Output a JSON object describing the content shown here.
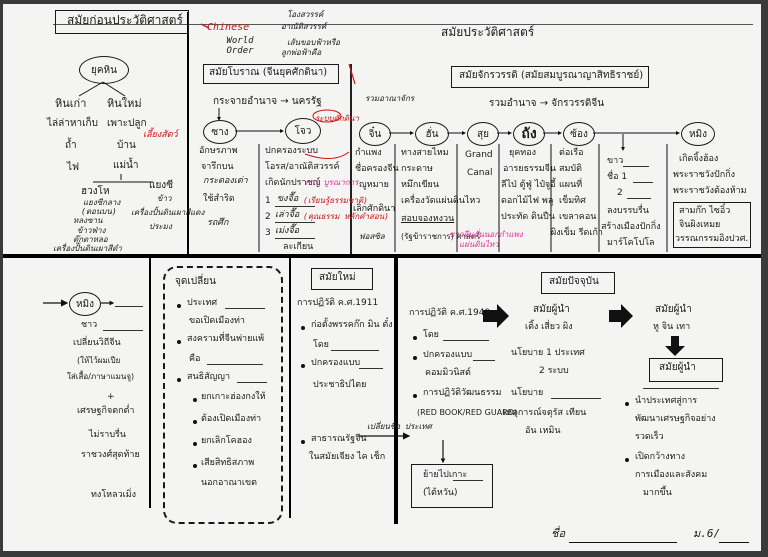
{
  "header": {
    "prehistoric": "สมัยก่อนประวัติศาสตร์",
    "historic": "สมัยประวัติศาสตร์",
    "chinese_note": "Chinese",
    "world_order_note": "World Order",
    "script_note_1": "โองสวรรค์",
    "script_note_2": "อาณัติสวรรค์",
    "script_note_3": "เส้นขอบฟ้าหรือ",
    "script_note_4": "ลูกพ่อฟ้าคือ"
  },
  "prehistory": {
    "stone_age": "ยุคหิน",
    "old_stone": "หินเก่า",
    "new_stone": "หินใหม่",
    "old_items": [
      "ไล่ล่าหาเก็บ",
      "ถ้ำ",
      "ไฟ"
    ],
    "new_items": [
      "เพาะปลูก",
      "บ้าน",
      "แม่น้ำ"
    ],
    "new_note": "เลี้ยงสัตว์",
    "huangho": "ฮวงโห",
    "yangtze": "แยงซี",
    "hw_left": [
      "แยงซีกลาง",
      "(ตอนบน)",
      "หลงซาน",
      "ข้าวฟ่าง",
      "ตุ๊กตาหลอ",
      "เครื่องปั้นดินเผาสีดำ"
    ],
    "hw_right": [
      "ข้าว",
      "เครื่องปั้นดินเผาสีแดง",
      "ประมง"
    ]
  },
  "ancient": {
    "title": "สมัยโบราณ (จีนยุคศักดินา)",
    "power": "กระจายอำนาจ → นครรัฐ",
    "shang": "ซาง",
    "zhou": "โจว",
    "shang_items": [
      "อักษรภาพ",
      "จารึกบน",
      "กระดองเต่า",
      "ใช้สำริด",
      "รถศึก"
    ],
    "zhou_items": [
      "ปกครองระบบ",
      "โอรส/อาณัติสวรรค์",
      "เกิดนักปราชญ์"
    ],
    "sages": [
      "ขงจื๊อ",
      "เล่าจื๊อ",
      "เม่งจื๊อ"
    ],
    "sage_nums": [
      "1",
      "2",
      "3"
    ],
    "sage_end": "ละเกียน",
    "notes": [
      "ระบบศักดินา",
      "(เรียนรู้ธรรมชาติ)",
      "(คุณธรรม หลักคำสอน)",
      "การ บูรณาการ"
    ],
    "qin_side": [
      "กำแพง",
      "ชื่อครองจีน",
      "ญูหมาย",
      "เลิกศักดินา",
      "ฟอสซิล"
    ]
  },
  "imperial": {
    "title": "สมัยจักรวรรดิ (สมัยสมบูรณาญาสิทธิราชย์)",
    "power": "รวมอำนาจ → จักรวรรดิจีน",
    "pre_note": "รวมอาณาจักร",
    "dynasties": [
      "จิ๋น",
      "ฮั่น",
      "สุย",
      "ถัง",
      "ซ้อง",
      "หมิง"
    ],
    "han_items": [
      "ทางสายไหม",
      "กระดาษ",
      "หมึกเขียน",
      "เครื่องวัดแผ่นดินไหว",
      "สอบจองหงวน",
      "(รัฐข้าราชการ) ศาสตร์"
    ],
    "sui_items": [
      "Grand",
      "Canal"
    ],
    "tang_items": [
      "ยุคทอง",
      "อารยธรรมจีน",
      "ลีไป่ ตู้ฟู่ ไป๋จูอี้",
      "ดอกไม้ไฟ พลู",
      "ประทัด ดินปืน"
    ],
    "song_items": [
      "ต่อเรือ",
      "สมบัติ",
      "แผนที่",
      "เข็มทิศ",
      "เขลาคอน",
      "ผิงเข็ม รีดเก้า"
    ],
    "yuan_items": [
      "ขาว",
      "ชื่อ 1",
      "2",
      "ลงบรรบรื่น",
      "สร้างเมืองปักกิ่ง",
      "มาร์โคโปโล"
    ],
    "ming_items": [
      "เกิดจิ้งฮ้อง",
      "พระราชวังปักกิ่ง",
      "พระราชวังต้องห้าม"
    ],
    "ming_box": [
      "สามก๊ก ไซอิ๋ว",
      "จินผิงเหมย",
      "วรรณกรรมอิงปวศ."
    ],
    "note_han": "ชาวจีนฮั่นนอกกำแพง",
    "note_han2": "แผ่นดินไหว"
  },
  "qing": {
    "label": "หมิง",
    "items": [
      "ชาว",
      "เปลี่ยนวิถีจีน",
      "(ให้ไว้ผมเปีย",
      "ใส่เสื้อ/ภาษาแมนจู)",
      "+",
      "เศรษฐกิจตกต่ำ",
      "ไม่ราบรื่น",
      "ราชวงศ์สุดท้าย",
      "ทงโหลวเมิ่ง"
    ]
  },
  "turning": {
    "title": "จุดเปลี่ยน",
    "b1": "ประเทศ",
    "b1b": "ขอเปิดเมืองท่า",
    "b2": "สงครามที่จีนพ่ายแพ้",
    "b2b": "คือ",
    "b3": "สนธิสัญญา",
    "b3_items": [
      "ยกเกาะฮ่องกงให้",
      "ต้องเปิดเมืองท่า",
      "ยกเลิกโคฮอง",
      "เสียสิทธิสภาพ",
      "นอกอาณาเขต"
    ]
  },
  "modern": {
    "title": "สมัยใหม่",
    "rev": "การปฏิวัติ ค.ศ.1911",
    "items": [
      "ก่อตั้งพรรคก๊ก มิน ตั๋ง",
      "โดย",
      "ปกครองแบบ",
      "ประชาธิปไตย"
    ],
    "roc": "สาธารณรัฐจีน",
    "roc2": "ในสมัยเจียง ไค เช็ก",
    "note_change": "เปลี่ยนชื่อ ประเทศ",
    "taiwan": "ย้ายไปเกาะ",
    "taiwan2": "(ไต้หวัน)"
  },
  "present": {
    "title": "สมัยปัจจุบัน",
    "rev": "การปฏิวัติ ค.ศ.1949",
    "items": [
      "โดย",
      "ปกครองแบบ",
      "คอมมิวนิสต์",
      "การปฏิวัติวัฒนธรรม"
    ],
    "red_book": "(RED BOOK/RED GUARD)",
    "deng_title": "สมัยผู้นำ",
    "deng": "เติ้ง เสี่ยว ผิง",
    "deng_items": [
      "นโยบาย 1 ประเทศ",
      "2 ระบบ",
      "นโยบาย",
      "เหตุการณ์จตุรัส เทียน",
      "อัน เหมิน"
    ],
    "hu_title": "สมัยผู้นำ",
    "hu": "หู จิน เทา",
    "next_title": "สมัยผู้นำ",
    "next_items": [
      "นำประเทศสู่การ",
      "พัฒนาเศรษฐกิจอย่าง",
      "รวดเร็ว",
      "เปิดกว้างทาง",
      "การเมืองและสังคม",
      "มากขึ้น"
    ]
  },
  "footer": {
    "name_label": "ชื่อ",
    "class_label": "ม.6/"
  }
}
